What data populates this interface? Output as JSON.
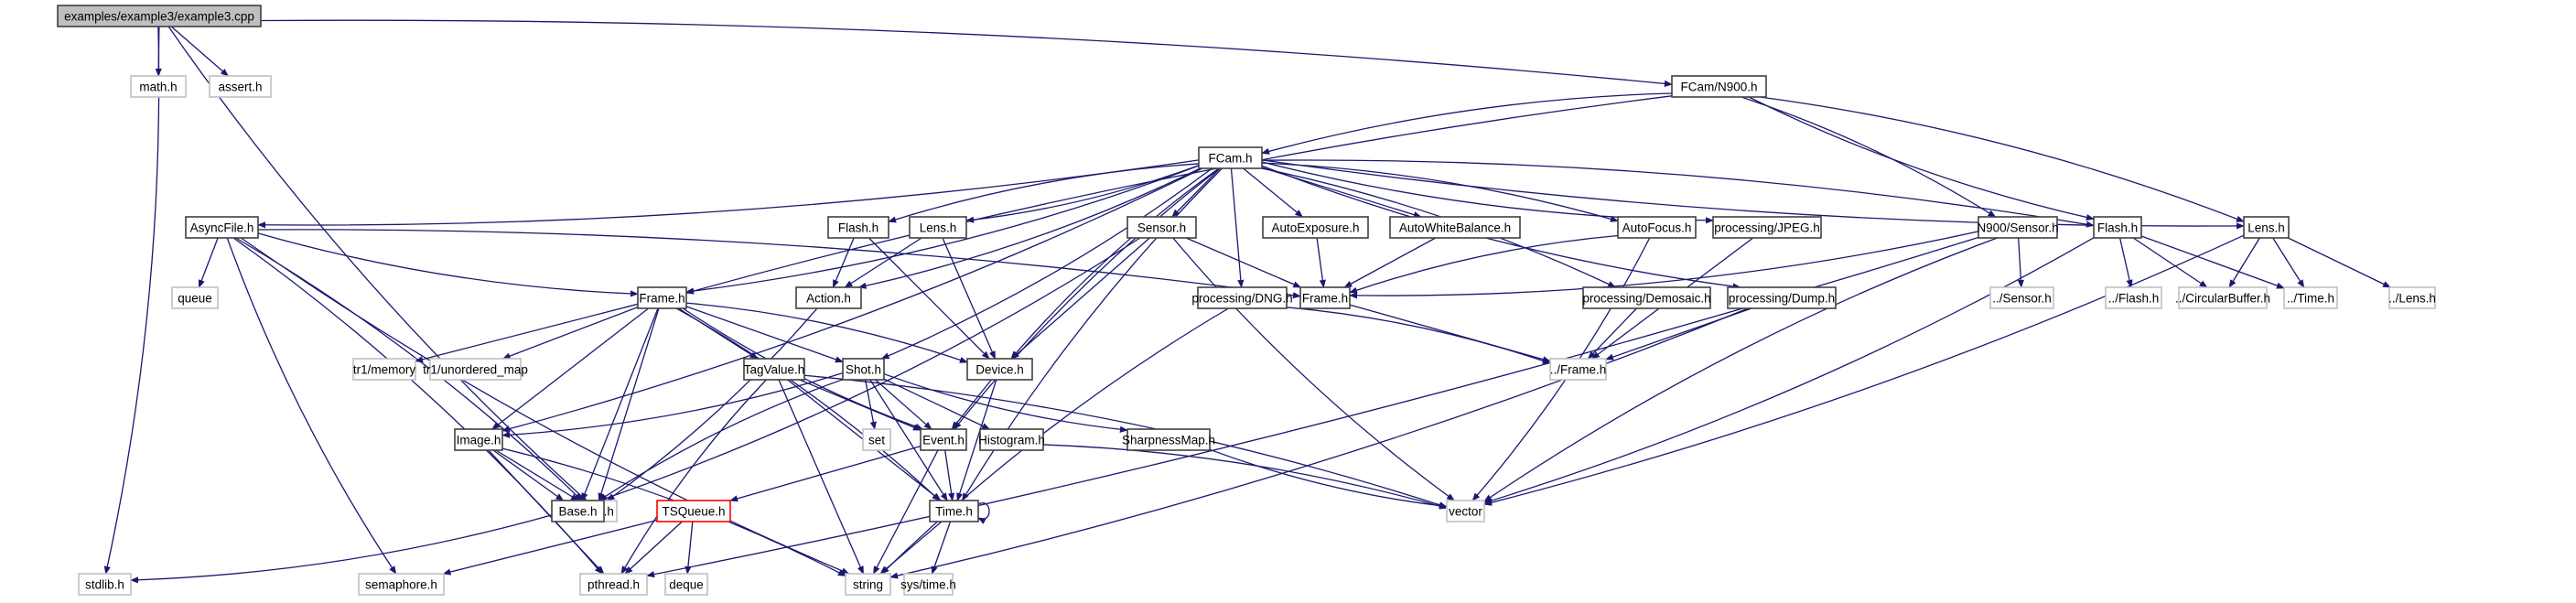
{
  "colors": {
    "edge": "#191970",
    "documented_border": "#404040",
    "external_border": "#bfbfbf",
    "root_fill": "#bfbfbf",
    "highlight_border": "#ff0000",
    "background": "#ffffff"
  },
  "nodes": [
    {
      "id": "example3",
      "label": "examples/example3/example3.cpp",
      "kind": "root"
    },
    {
      "id": "math",
      "label": "math.h",
      "kind": "external"
    },
    {
      "id": "assert",
      "label": "assert.h",
      "kind": "external"
    },
    {
      "id": "n900",
      "label": "FCam/N900.h",
      "kind": "documented"
    },
    {
      "id": "fcam",
      "label": "FCam.h",
      "kind": "documented"
    },
    {
      "id": "asyncfile",
      "label": "AsyncFile.h",
      "kind": "documented"
    },
    {
      "id": "flash",
      "label": "Flash.h",
      "kind": "documented"
    },
    {
      "id": "lens",
      "label": "Lens.h",
      "kind": "documented"
    },
    {
      "id": "sensor",
      "label": "Sensor.h",
      "kind": "documented"
    },
    {
      "id": "autoexposure",
      "label": "AutoExposure.h",
      "kind": "documented"
    },
    {
      "id": "autowb",
      "label": "AutoWhiteBalance.h",
      "kind": "documented"
    },
    {
      "id": "autofocus",
      "label": "AutoFocus.h",
      "kind": "documented"
    },
    {
      "id": "jpeg",
      "label": "processing/JPEG.h",
      "kind": "documented"
    },
    {
      "id": "n900sensor",
      "label": "N900/Sensor.h",
      "kind": "documented"
    },
    {
      "id": "n900flash",
      "label": "Flash.h",
      "kind": "documented"
    },
    {
      "id": "n900lens",
      "label": "Lens.h",
      "kind": "documented"
    },
    {
      "id": "queue",
      "label": "queue",
      "kind": "external"
    },
    {
      "id": "frame",
      "label": "Frame.h",
      "kind": "documented"
    },
    {
      "id": "action",
      "label": "Action.h",
      "kind": "documented"
    },
    {
      "id": "dng",
      "label": "processing/DNG.h",
      "kind": "documented"
    },
    {
      "id": "n900frame",
      "label": "Frame.h",
      "kind": "documented"
    },
    {
      "id": "demosaic",
      "label": "processing/Demosaic.h",
      "kind": "documented"
    },
    {
      "id": "dump",
      "label": "processing/Dump.h",
      "kind": "documented"
    },
    {
      "id": "relsensor",
      "label": "../Sensor.h",
      "kind": "external"
    },
    {
      "id": "relflash",
      "label": "../Flash.h",
      "kind": "external"
    },
    {
      "id": "circbuf",
      "label": "../CircularBuffer.h",
      "kind": "external"
    },
    {
      "id": "reltime",
      "label": "../Time.h",
      "kind": "external"
    },
    {
      "id": "rellens",
      "label": "../Lens.h",
      "kind": "external"
    },
    {
      "id": "tr1memory",
      "label": "tr1/memory",
      "kind": "external"
    },
    {
      "id": "tr1umap",
      "label": "tr1/unordered_map",
      "kind": "external"
    },
    {
      "id": "tagvalue",
      "label": "TagValue.h",
      "kind": "documented"
    },
    {
      "id": "shot",
      "label": "Shot.h",
      "kind": "documented"
    },
    {
      "id": "device",
      "label": "Device.h",
      "kind": "documented"
    },
    {
      "id": "relframe",
      "label": "../Frame.h",
      "kind": "external"
    },
    {
      "id": "image",
      "label": "Image.h",
      "kind": "documented"
    },
    {
      "id": "set",
      "label": "set",
      "kind": "external"
    },
    {
      "id": "event",
      "label": "Event.h",
      "kind": "documented"
    },
    {
      "id": "histogram",
      "label": "Histogram.h",
      "kind": "documented"
    },
    {
      "id": "sharpness",
      "label": "SharpnessMap.h",
      "kind": "documented"
    },
    {
      "id": "stdio",
      "label": "stdio.h",
      "kind": "external"
    },
    {
      "id": "base",
      "label": "Base.h",
      "kind": "documented"
    },
    {
      "id": "tsqueue",
      "label": "TSQueue.h",
      "kind": "highlight"
    },
    {
      "id": "time",
      "label": "Time.h",
      "kind": "documented"
    },
    {
      "id": "vector",
      "label": "vector",
      "kind": "external"
    },
    {
      "id": "stdlib",
      "label": "stdlib.h",
      "kind": "external"
    },
    {
      "id": "semaphore",
      "label": "semaphore.h",
      "kind": "external"
    },
    {
      "id": "pthread",
      "label": "pthread.h",
      "kind": "external"
    },
    {
      "id": "deque",
      "label": "deque",
      "kind": "external"
    },
    {
      "id": "string",
      "label": "string",
      "kind": "external"
    },
    {
      "id": "systime",
      "label": "sys/time.h",
      "kind": "external"
    }
  ],
  "edges": [
    [
      "example3",
      "math"
    ],
    [
      "example3",
      "assert"
    ],
    [
      "example3",
      "n900"
    ],
    [
      "example3",
      "stdio"
    ],
    [
      "example3",
      "stdlib"
    ],
    [
      "n900",
      "fcam"
    ],
    [
      "n900",
      "n900sensor"
    ],
    [
      "n900",
      "n900flash"
    ],
    [
      "n900",
      "n900lens"
    ],
    [
      "n900",
      "frame"
    ],
    [
      "fcam",
      "asyncfile"
    ],
    [
      "fcam",
      "flash"
    ],
    [
      "fcam",
      "lens"
    ],
    [
      "fcam",
      "sensor"
    ],
    [
      "fcam",
      "autoexposure"
    ],
    [
      "fcam",
      "autowb"
    ],
    [
      "fcam",
      "autofocus"
    ],
    [
      "fcam",
      "jpeg"
    ],
    [
      "fcam",
      "n900flash"
    ],
    [
      "fcam",
      "n900lens"
    ],
    [
      "fcam",
      "action"
    ],
    [
      "fcam",
      "device"
    ],
    [
      "fcam",
      "shot"
    ],
    [
      "fcam",
      "event"
    ],
    [
      "fcam",
      "image"
    ],
    [
      "fcam",
      "time"
    ],
    [
      "fcam",
      "frame"
    ],
    [
      "fcam",
      "dng"
    ],
    [
      "fcam",
      "demosaic"
    ],
    [
      "fcam",
      "dump"
    ],
    [
      "asyncfile",
      "queue"
    ],
    [
      "asyncfile",
      "frame"
    ],
    [
      "asyncfile",
      "n900frame"
    ],
    [
      "asyncfile",
      "semaphore"
    ],
    [
      "asyncfile",
      "pthread"
    ],
    [
      "asyncfile",
      "string"
    ],
    [
      "asyncfile",
      "stdio"
    ],
    [
      "flash",
      "action"
    ],
    [
      "flash",
      "device"
    ],
    [
      "lens",
      "action"
    ],
    [
      "lens",
      "device"
    ],
    [
      "sensor",
      "device"
    ],
    [
      "sensor",
      "n900frame"
    ],
    [
      "sensor",
      "vector"
    ],
    [
      "sensor",
      "base"
    ],
    [
      "autoexposure",
      "n900frame"
    ],
    [
      "autowb",
      "n900frame"
    ],
    [
      "autofocus",
      "n900frame"
    ],
    [
      "autofocus",
      "vector"
    ],
    [
      "jpeg",
      "relframe"
    ],
    [
      "dng",
      "relframe"
    ],
    [
      "dng",
      "string"
    ],
    [
      "demosaic",
      "relframe"
    ],
    [
      "dump",
      "relframe"
    ],
    [
      "dump",
      "string"
    ],
    [
      "n900sensor",
      "relsensor"
    ],
    [
      "n900sensor",
      "n900frame"
    ],
    [
      "n900sensor",
      "vector"
    ],
    [
      "n900sensor",
      "pthread"
    ],
    [
      "n900flash",
      "relflash"
    ],
    [
      "n900flash",
      "circbuf"
    ],
    [
      "n900flash",
      "reltime"
    ],
    [
      "n900flash",
      "vector"
    ],
    [
      "n900lens",
      "circbuf"
    ],
    [
      "n900lens",
      "reltime"
    ],
    [
      "n900lens",
      "rellens"
    ],
    [
      "n900lens",
      "vector"
    ],
    [
      "n900frame",
      "relframe"
    ],
    [
      "frame",
      "tr1memory"
    ],
    [
      "frame",
      "tr1umap"
    ],
    [
      "frame",
      "tagvalue"
    ],
    [
      "frame",
      "shot"
    ],
    [
      "frame",
      "device"
    ],
    [
      "frame",
      "image"
    ],
    [
      "frame",
      "base"
    ],
    [
      "frame",
      "event"
    ],
    [
      "frame",
      "time"
    ],
    [
      "frame",
      "stdio"
    ],
    [
      "action",
      "stdio"
    ],
    [
      "tagvalue",
      "event"
    ],
    [
      "tagvalue",
      "time"
    ],
    [
      "tagvalue",
      "string"
    ],
    [
      "tagvalue",
      "vector"
    ],
    [
      "tagvalue",
      "pthread"
    ],
    [
      "shot",
      "set"
    ],
    [
      "shot",
      "event"
    ],
    [
      "shot",
      "histogram"
    ],
    [
      "shot",
      "sharpness"
    ],
    [
      "shot",
      "image"
    ],
    [
      "shot",
      "base"
    ],
    [
      "shot",
      "time"
    ],
    [
      "device",
      "event"
    ],
    [
      "device",
      "time"
    ],
    [
      "image",
      "stdio"
    ],
    [
      "image",
      "base"
    ],
    [
      "image",
      "pthread"
    ],
    [
      "image",
      "string"
    ],
    [
      "event",
      "tsqueue"
    ],
    [
      "event",
      "time"
    ],
    [
      "event",
      "string"
    ],
    [
      "histogram",
      "vector"
    ],
    [
      "sharpness",
      "vector"
    ],
    [
      "tsqueue",
      "semaphore"
    ],
    [
      "tsqueue",
      "pthread"
    ],
    [
      "tsqueue",
      "deque"
    ],
    [
      "time",
      "time"
    ],
    [
      "time",
      "string"
    ],
    [
      "time",
      "systime"
    ],
    [
      "base",
      "stdlib"
    ]
  ]
}
